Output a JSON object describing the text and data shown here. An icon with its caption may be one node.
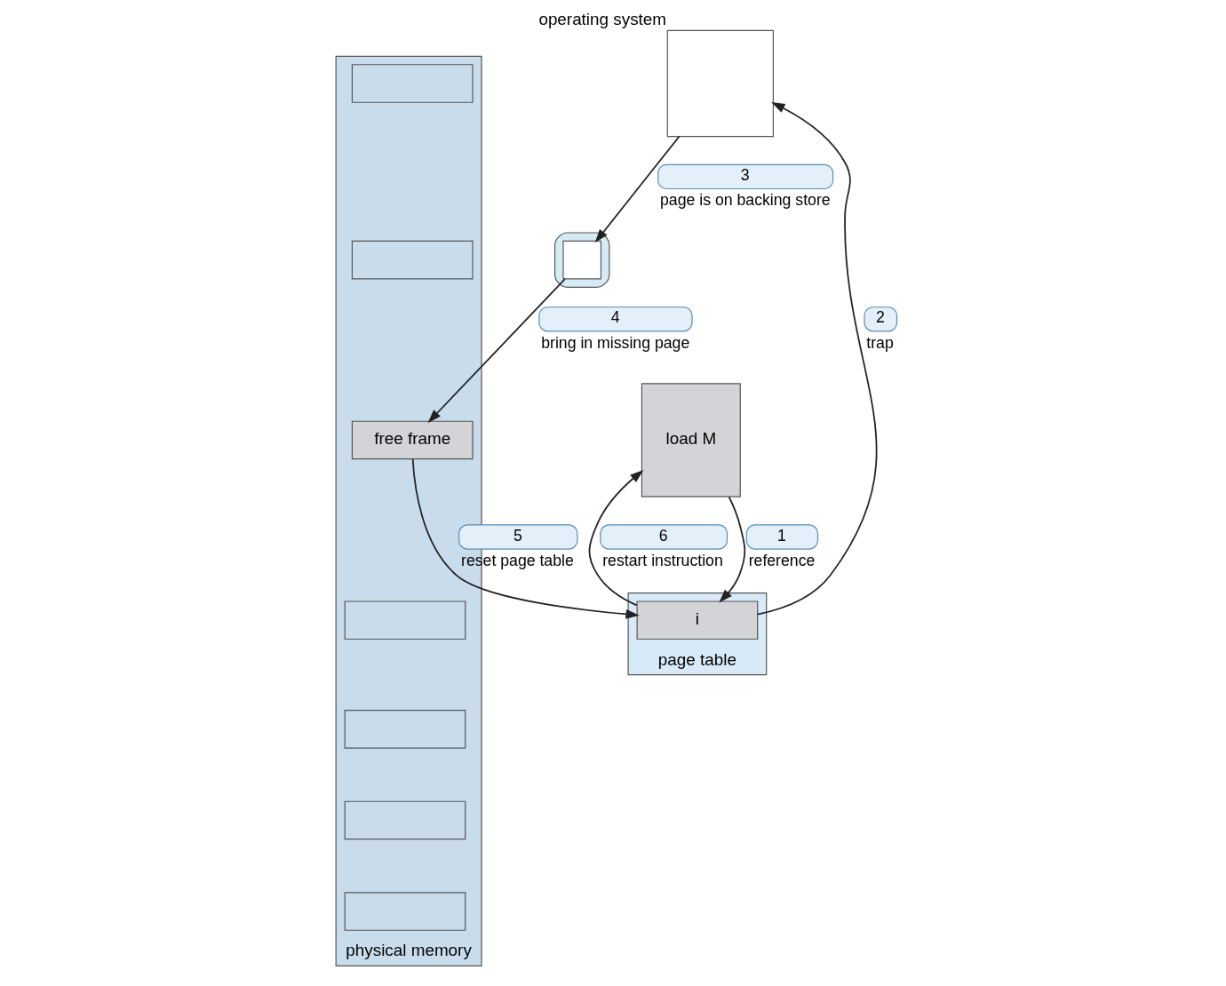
{
  "diagram": {
    "nodes": [
      {
        "text": [],
        "shape": "box",
        "beside": [
          "operating system"
        ]
      },
      {
        "text": [
          "load M"
        ]
      },
      {
        "text": [],
        "shape": "box",
        "beside": [
          "page table"
        ]
      },
      {
        "text": [
          "i"
        ],
        "in": 2
      },
      {
        "text": [],
        "shape": "cylinder"
      },
      {
        "text": [],
        "shape": "box",
        "in": 4
      },
      {
        "text": [],
        "shape": "box",
        "beside": [
          "physical memory"
        ]
      },
      {
        "text": [],
        "shape": "box",
        "in": 6
      },
      {
        "text": [],
        "shape": "box",
        "in": 6
      },
      {
        "text": [
          "free frame"
        ],
        "in": 6
      },
      {
        "text": [],
        "shape": "box",
        "in": 6
      },
      {
        "text": [],
        "shape": "box",
        "in": 6
      },
      {
        "text": [],
        "shape": "box",
        "in": 6
      },
      {
        "text": [],
        "shape": "box",
        "in": 6
      }
    ],
    "edges": [
      {
        "from": 1,
        "to": 3,
        "arrow": "to",
        "label": "reference"
      },
      {
        "from": 3,
        "to": 0,
        "arrow": "to",
        "label": "trap"
      },
      {
        "from": 0,
        "to": 5,
        "arrow": "to",
        "label": "page is on backing store"
      },
      {
        "from": 5,
        "to": 9,
        "arrow": "to",
        "label": "bring in missing page"
      },
      {
        "from": 9,
        "to": 3,
        "arrow": "to",
        "label": "reset page table"
      },
      {
        "from": 3,
        "to": 1,
        "arrow": "to",
        "label": "restart instruction"
      }
    ],
    "labels": [
      "3",
      "2",
      "1",
      "6",
      "5",
      "4"
    ]
  }
}
